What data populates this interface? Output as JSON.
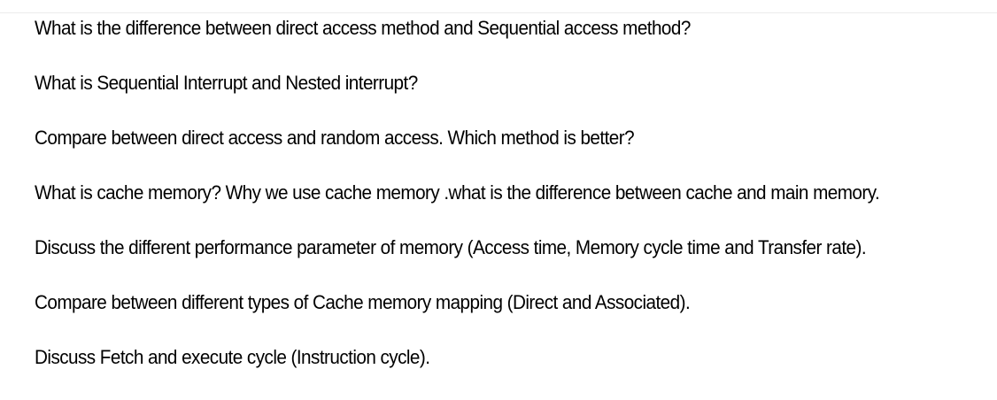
{
  "questions": [
    "What is the difference between direct access method and Sequential access method?",
    "What is Sequential Interrupt and Nested interrupt?",
    "Compare between direct access and random access. Which method is better?",
    "What is cache memory? Why we use cache memory .what is the difference between cache and main memory.",
    "Discuss the different performance parameter of memory (Access time, Memory cycle time and Transfer rate).",
    "Compare between different types of Cache memory mapping (Direct and Associated).",
    "Discuss Fetch and execute cycle (Instruction cycle)."
  ]
}
